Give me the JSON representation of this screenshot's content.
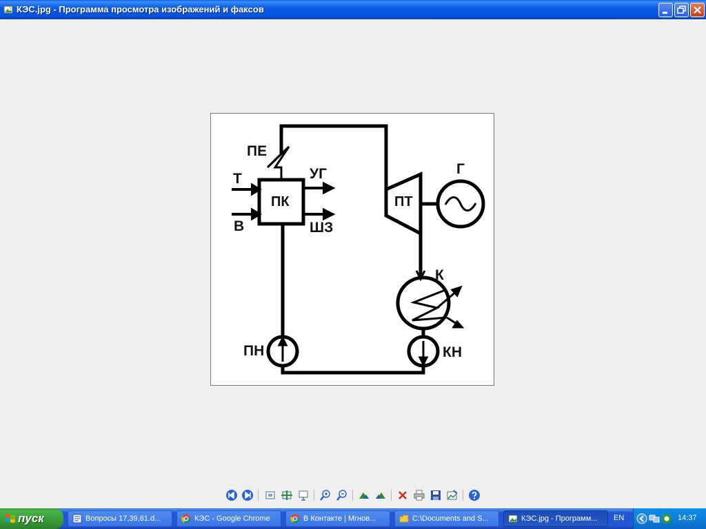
{
  "window": {
    "title": "КЭС.jpg - Программа просмотра изображений и факсов"
  },
  "diagram": {
    "labels": {
      "pe": "ПЕ",
      "t": "Т",
      "v": "В",
      "pk": "ПК",
      "ug": "УГ",
      "shz": "ШЗ",
      "pt": "ПТ",
      "g": "Г",
      "k": "К",
      "pn": "ПН",
      "kn": "КН"
    }
  },
  "toolbar": {
    "buttons": [
      "previous-image",
      "next-image",
      "best-fit",
      "actual-size",
      "slideshow",
      "zoom-in",
      "zoom-out",
      "rotate-clockwise",
      "rotate-counterclockwise",
      "delete",
      "print",
      "save",
      "open-with",
      "help"
    ]
  },
  "taskbar": {
    "start_label": "пуск",
    "tasks": [
      {
        "label": "Вопросы 17,39,61.d...",
        "icon": "word-doc-icon"
      },
      {
        "label": "КЭС - Google Chrome",
        "icon": "chrome-icon"
      },
      {
        "label": "В Контакте | Мгнов...",
        "icon": "chrome-icon"
      },
      {
        "label": "C:\\Documents and S...",
        "icon": "folder-icon"
      },
      {
        "label": "КЭС.jpg - Программ...",
        "icon": "image-viewer-icon",
        "active": true
      }
    ],
    "language": "EN",
    "clock": "14:37"
  },
  "colors": {
    "titlebar_blue": "#0452D9",
    "taskbar_blue": "#2157D7",
    "start_green": "#379A37",
    "viewer_bg": "#EFEFEF"
  }
}
